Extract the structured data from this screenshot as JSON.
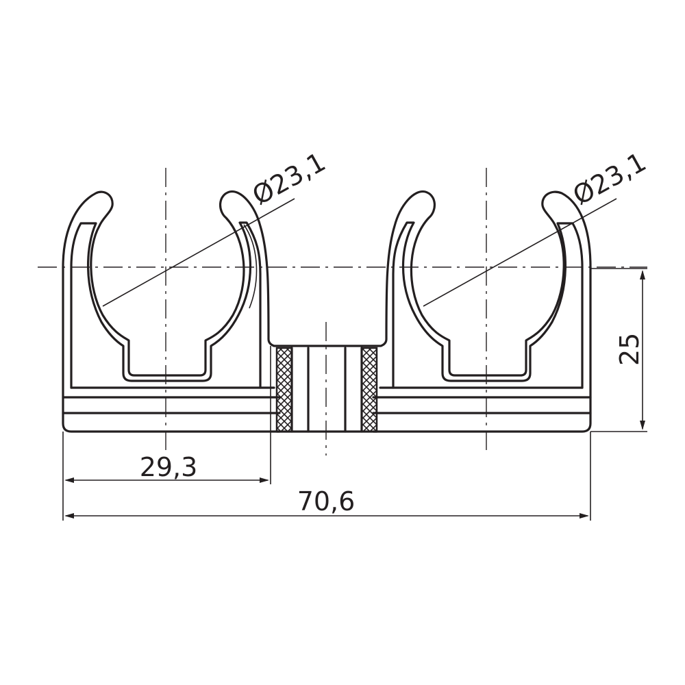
{
  "drawing": {
    "subject": "double pipe clip",
    "left_clip": {
      "diameter_label": "Ø23,1"
    },
    "right_clip": {
      "diameter_label": "Ø23,1"
    },
    "dimensions": {
      "height_label": "25",
      "half_width_label": "29,3",
      "total_width_label": "70,6"
    },
    "line_color": "#231f20",
    "background_color": "#ffffff"
  }
}
